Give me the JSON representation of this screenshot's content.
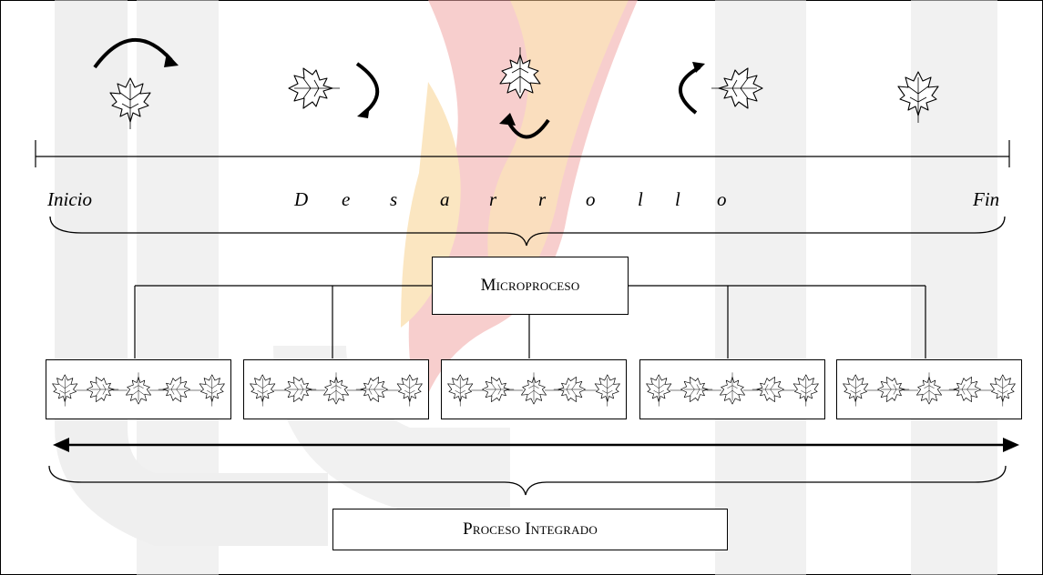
{
  "timeline": {
    "start_label": "Inicio",
    "middle_letters": [
      "D",
      "e",
      "s",
      "a",
      "r",
      "r",
      "o",
      "l",
      "l",
      "o"
    ],
    "end_label": "Fin"
  },
  "boxes": {
    "micro": "Microproceso",
    "integrated": "Proceso Integrado"
  },
  "leaf_stages": [
    "leaf-upright",
    "leaf-pointing-left",
    "leaf-upside-down",
    "leaf-pointing-right",
    "leaf-upright"
  ],
  "subprocess_count": 5,
  "colors": {
    "line": "#000000",
    "watermark_gray": "#ececec",
    "watermark_orange": "#f6c489",
    "watermark_red": "#f4b7b6"
  }
}
